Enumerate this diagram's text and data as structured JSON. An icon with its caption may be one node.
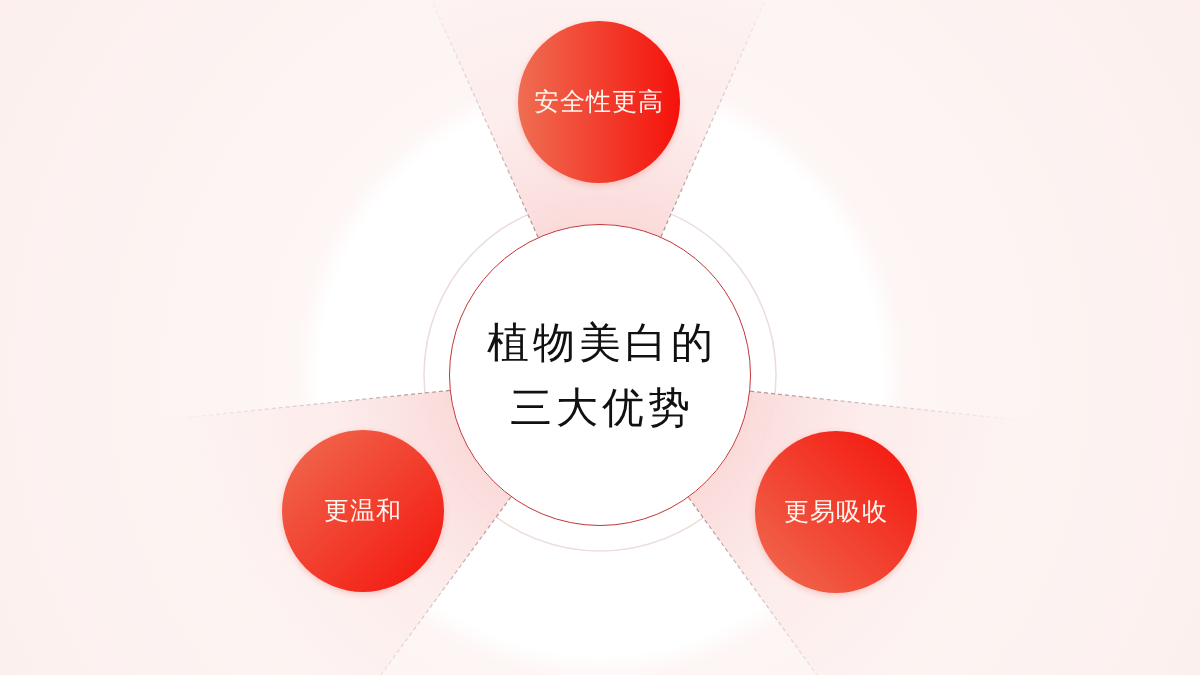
{
  "diagram": {
    "nodes": [
      {
        "text": [
          "安全性更高"
        ]
      },
      {
        "text": [
          "植物美白的三大优势"
        ]
      },
      {
        "text": [
          "更温和"
        ]
      },
      {
        "text": [
          "更易吸收"
        ]
      }
    ]
  }
}
